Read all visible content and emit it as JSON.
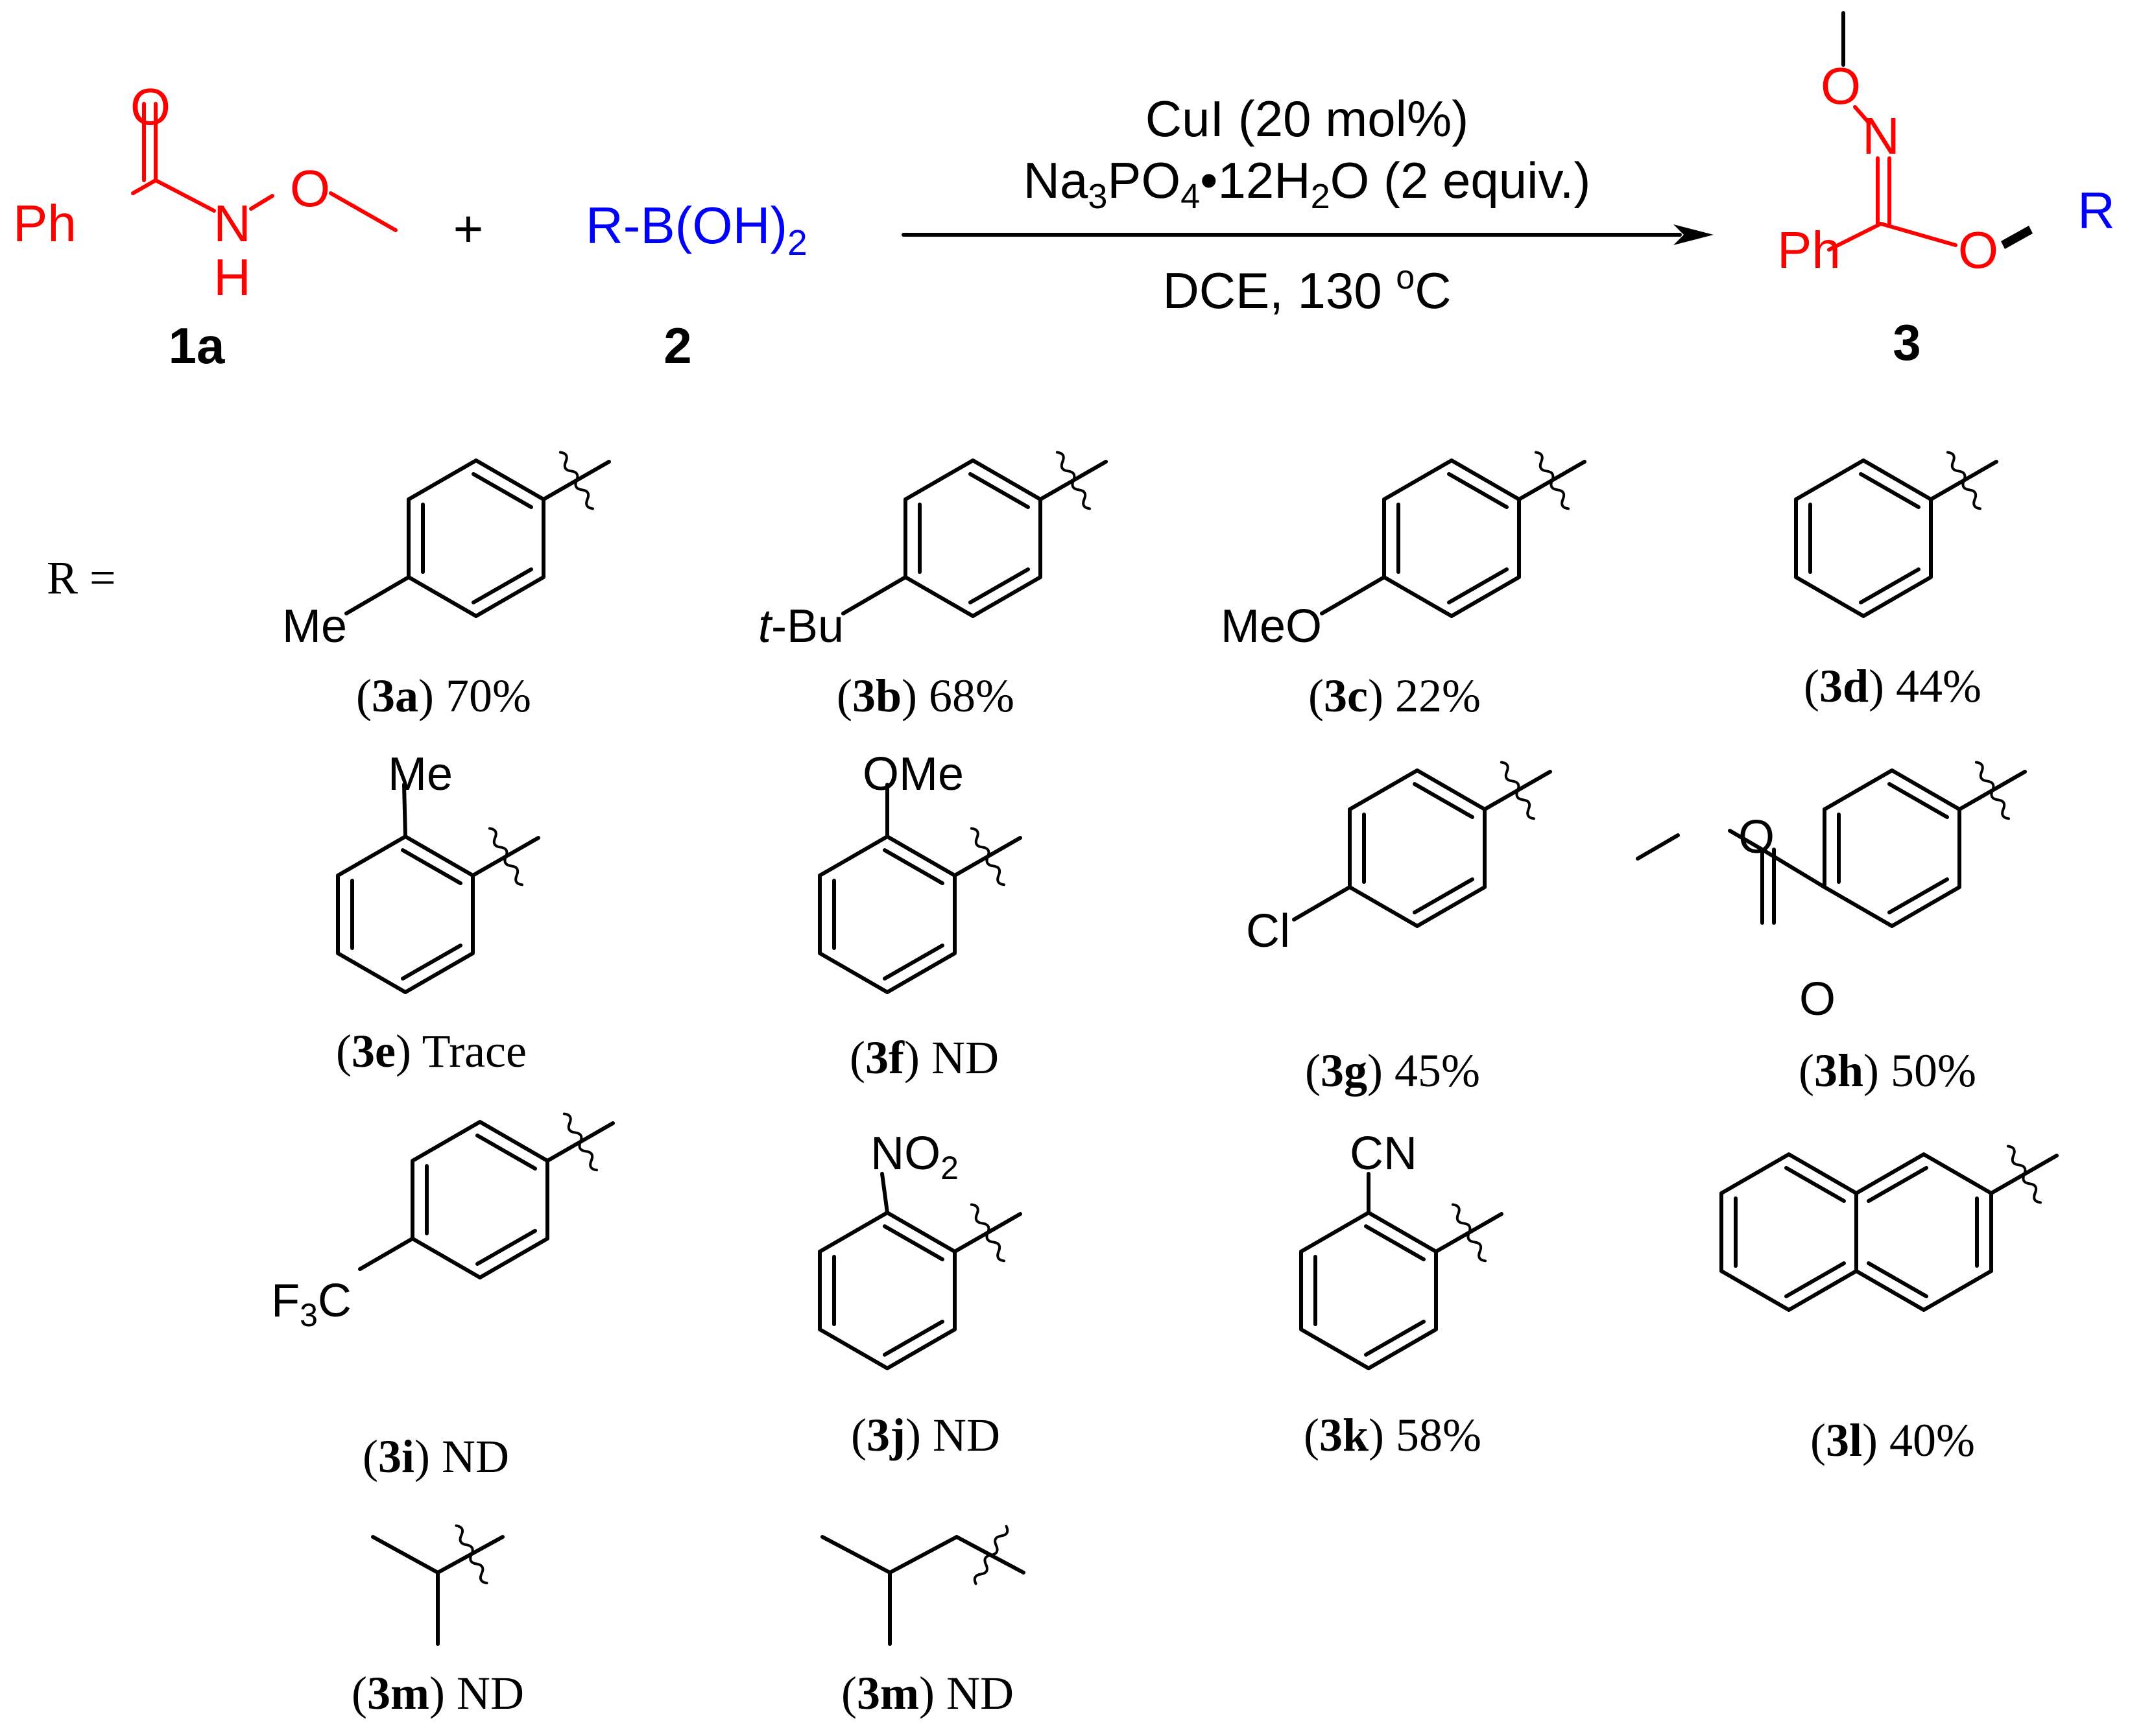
{
  "colors": {
    "ink": "#000000",
    "reactant_1a": "#ff0000",
    "reactant_2": "#0000ff"
  },
  "reaction": {
    "r1": {
      "ph": "Ph",
      "o": "O",
      "n": "N",
      "h": "H",
      "o2": "O",
      "id": "1a"
    },
    "plus": "+",
    "r2": {
      "formula": "R-B(OH)",
      "sub": "2",
      "id": "2"
    },
    "conditions": {
      "line1": "CuI (20 mol%)",
      "line2_a": "Na",
      "line2_sub1": "3",
      "line2_b": "PO",
      "line2_sub2": "4",
      "line2_c": "•12H",
      "line2_sub3": "2",
      "line2_d": "O (2 equiv.)",
      "line3_a": "DCE, 130 ",
      "line3_sup": "o",
      "line3_b": "C"
    },
    "product": {
      "o_top": "O",
      "n": "N",
      "ph": "Ph",
      "o": "O",
      "r": "R",
      "id": "3"
    }
  },
  "r_equals": "R =",
  "substituent_labels": {
    "a": "Me",
    "b_italic": "t",
    "b_rest": "-Bu",
    "c": "MeO",
    "e": "Me",
    "f": "OMe",
    "g": "Cl",
    "h_o1": "O",
    "h_o2": "O",
    "i_a": "F",
    "i_sub": "3",
    "i_b": "C",
    "j_a": "NO",
    "j_sub": "2",
    "k": "CN"
  },
  "products": [
    {
      "id": "3a",
      "result": "70%"
    },
    {
      "id": "3b",
      "result": "68%"
    },
    {
      "id": "3c",
      "result": "22%"
    },
    {
      "id": "3d",
      "result": "44%"
    },
    {
      "id": "3e",
      "result": "Trace"
    },
    {
      "id": "3f",
      "result": "ND"
    },
    {
      "id": "3g",
      "result": "45%"
    },
    {
      "id": "3h",
      "result": "50%"
    },
    {
      "id": "3i",
      "result": "ND"
    },
    {
      "id": "3j",
      "result": "ND"
    },
    {
      "id": "3k",
      "result": "58%"
    },
    {
      "id": "3l",
      "result": "40%"
    },
    {
      "id": "3m",
      "result": "ND"
    },
    {
      "id": "3m",
      "result": "ND"
    }
  ]
}
